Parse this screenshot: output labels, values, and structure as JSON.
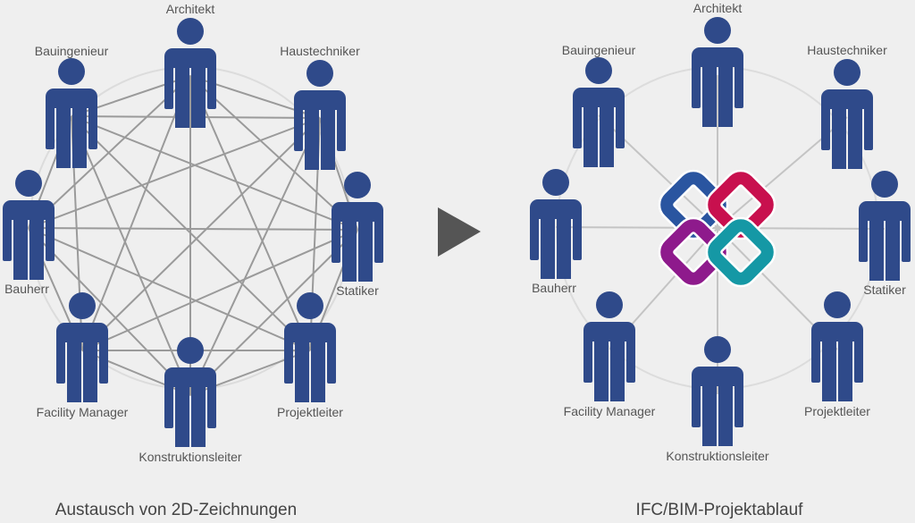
{
  "left": {
    "caption": "Austausch von 2D-Zeichnungen",
    "people": [
      {
        "label": "Architekt"
      },
      {
        "label": "Haustechniker"
      },
      {
        "label": "Statiker"
      },
      {
        "label": "Projektleiter"
      },
      {
        "label": "Konstruktionsleiter"
      },
      {
        "label": "Facility Manager"
      },
      {
        "label": "Bauherr"
      },
      {
        "label": "Bauingenieur"
      }
    ]
  },
  "right": {
    "caption": "IFC/BIM-Projektablauf",
    "people": [
      {
        "label": "Architekt"
      },
      {
        "label": "Haustechniker"
      },
      {
        "label": "Statiker"
      },
      {
        "label": "Projektleiter"
      },
      {
        "label": "Konstruktionsleiter"
      },
      {
        "label": "Facility Manager"
      },
      {
        "label": "Bauherr"
      },
      {
        "label": "Bauingenieur"
      }
    ]
  },
  "colors": {
    "person": "#2f4a8a",
    "line": "#9a9a9a",
    "arrow": "#555555",
    "ifc_blue": "#2a55a0",
    "ifc_red": "#c8104e",
    "ifc_purple": "#8e1a8c",
    "ifc_teal": "#1598a5"
  }
}
